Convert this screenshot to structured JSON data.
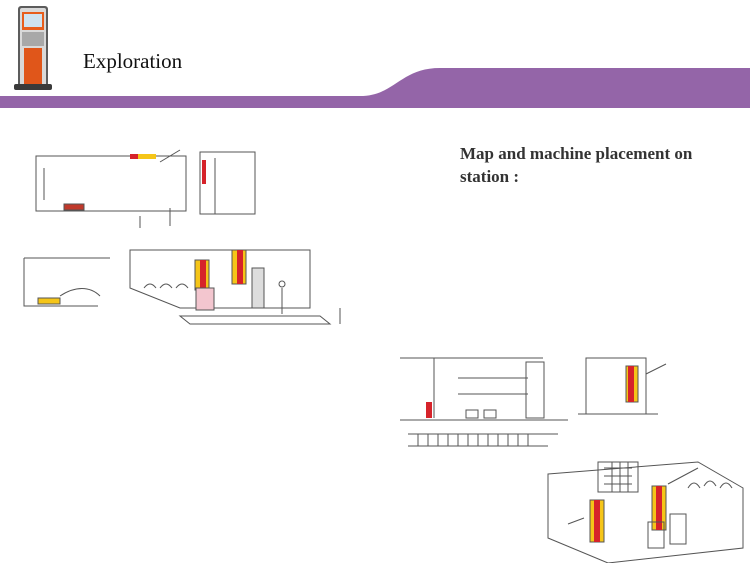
{
  "header": {
    "title": "Exploration",
    "band_color": "#9465a8",
    "kiosk_icon": "ticket-kiosk-icon"
  },
  "caption": {
    "text": "Map and machine placement on station :"
  },
  "sketches": [
    {
      "name": "station-map-sketch-1"
    },
    {
      "name": "station-map-sketch-2"
    }
  ],
  "colors": {
    "machine_red": "#d6232a",
    "machine_yellow": "#f5c518",
    "ink": "#444444"
  }
}
